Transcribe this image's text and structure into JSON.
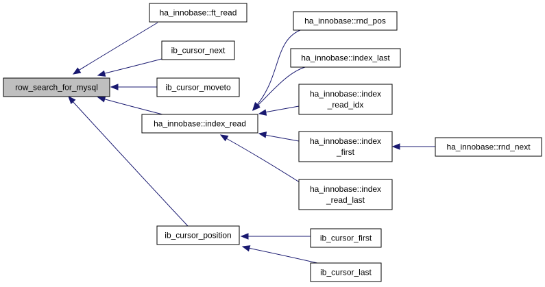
{
  "nodes": {
    "row_search_for_mysql": {
      "lines": [
        "row_search_for_mysql"
      ],
      "root": true
    },
    "ft_read": {
      "lines": [
        "ha_innobase::ft_read"
      ]
    },
    "ib_cursor_next": {
      "lines": [
        "ib_cursor_next"
      ]
    },
    "ib_cursor_moveto": {
      "lines": [
        "ib_cursor_moveto"
      ]
    },
    "index_read": {
      "lines": [
        "ha_innobase::index_read"
      ]
    },
    "ib_cursor_position": {
      "lines": [
        "ib_cursor_position"
      ]
    },
    "rnd_pos": {
      "lines": [
        "ha_innobase::rnd_pos"
      ]
    },
    "index_last": {
      "lines": [
        "ha_innobase::index_last"
      ]
    },
    "index_read_idx": {
      "lines": [
        "ha_innobase::index",
        "_read_idx"
      ]
    },
    "index_first": {
      "lines": [
        "ha_innobase::index",
        "_first"
      ]
    },
    "index_read_last": {
      "lines": [
        "ha_innobase::index",
        "_read_last"
      ]
    },
    "rnd_next": {
      "lines": [
        "ha_innobase::rnd_next"
      ]
    },
    "ib_cursor_first": {
      "lines": [
        "ib_cursor_first"
      ]
    },
    "ib_cursor_last": {
      "lines": [
        "ib_cursor_last"
      ]
    }
  },
  "edges": [
    {
      "from": "ft_read",
      "to": "row_search_for_mysql"
    },
    {
      "from": "ib_cursor_next",
      "to": "row_search_for_mysql"
    },
    {
      "from": "ib_cursor_moveto",
      "to": "row_search_for_mysql"
    },
    {
      "from": "index_read",
      "to": "row_search_for_mysql"
    },
    {
      "from": "ib_cursor_position",
      "to": "row_search_for_mysql"
    },
    {
      "from": "rnd_pos",
      "to": "index_read"
    },
    {
      "from": "index_last",
      "to": "index_read"
    },
    {
      "from": "index_read_idx",
      "to": "index_read"
    },
    {
      "from": "index_first",
      "to": "index_read"
    },
    {
      "from": "index_read_last",
      "to": "index_read"
    },
    {
      "from": "rnd_next",
      "to": "index_first"
    },
    {
      "from": "ib_cursor_first",
      "to": "ib_cursor_position"
    },
    {
      "from": "ib_cursor_last",
      "to": "ib_cursor_position"
    }
  ],
  "colors": {
    "edge": "#191970",
    "root_fill": "#bfbfbf",
    "node_fill": "#ffffff"
  }
}
